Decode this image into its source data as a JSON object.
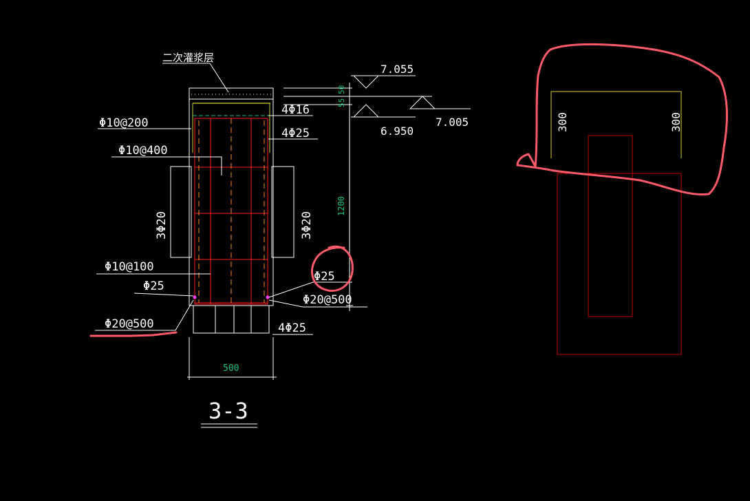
{
  "canvas": {
    "background": "#000000"
  },
  "colors": {
    "line": "#ffffff",
    "rebar": "#ff2020",
    "dark_red": "#c00000",
    "dashed_orange": "#ff8a2a",
    "yellow": "#d8d040",
    "green": "#19c27a",
    "highlight": "#ff5a6a",
    "magenta": "#ff40ff"
  },
  "section": {
    "grout_layer_label": "二次灌浆层",
    "label_4phi16": "4Φ16",
    "label_4phi25_top": "4Φ25",
    "label_4phi25_bottom": "4Φ25",
    "label_phi10_200": "Φ10@200",
    "label_phi10_400": "Φ10@400",
    "label_3phi20_left": "3Φ20",
    "label_3phi20_right": "3Φ20",
    "label_phi10_100": "Φ10@100",
    "label_phi25_left": "Φ25",
    "label_phi25_right": "Φ25",
    "label_phi20_500_left": "Φ20@500",
    "label_phi20_500_right": "Φ20@500",
    "dim_width": "500",
    "dim_height": "1200",
    "dim_top_a": "50",
    "dim_top_b": "55",
    "title": "3-3"
  },
  "elevations": {
    "top": "7.055",
    "middle": "7.005",
    "bottom": "6.950"
  },
  "detail": {
    "dim_left": "300",
    "dim_right": "300"
  }
}
